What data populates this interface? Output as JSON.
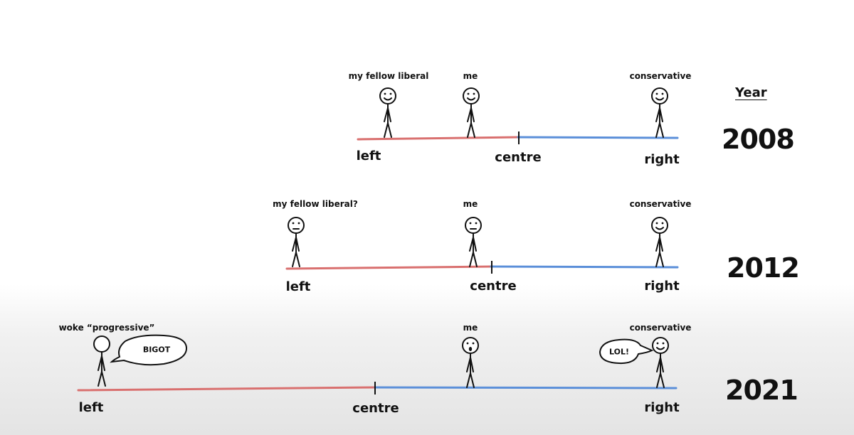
{
  "year_header": "Year",
  "rows": [
    {
      "year": "2008",
      "figures": [
        {
          "label": "my fellow liberal",
          "mood": "happy"
        },
        {
          "label": "me",
          "mood": "happy"
        },
        {
          "label": "conservative",
          "mood": "happy"
        }
      ],
      "axis": {
        "left": "left",
        "centre": "centre",
        "right": "right"
      }
    },
    {
      "year": "2012",
      "figures": [
        {
          "label": "my fellow liberal?",
          "mood": "neutral"
        },
        {
          "label": "me",
          "mood": "neutral"
        },
        {
          "label": "conservative",
          "mood": "happy"
        }
      ],
      "axis": {
        "left": "left",
        "centre": "centre",
        "right": "right"
      }
    },
    {
      "year": "2021",
      "figures": [
        {
          "label": "woke “progressive”",
          "mood": "blank",
          "speech": "BIGOT"
        },
        {
          "label": "me",
          "mood": "shocked"
        },
        {
          "label": "conservative",
          "mood": "happy",
          "speech": "LOL!"
        }
      ],
      "axis": {
        "left": "left",
        "centre": "centre",
        "right": "right"
      }
    }
  ],
  "colors": {
    "left_line": "#d9706f",
    "right_line": "#5b8fd9",
    "ink": "#111111"
  }
}
